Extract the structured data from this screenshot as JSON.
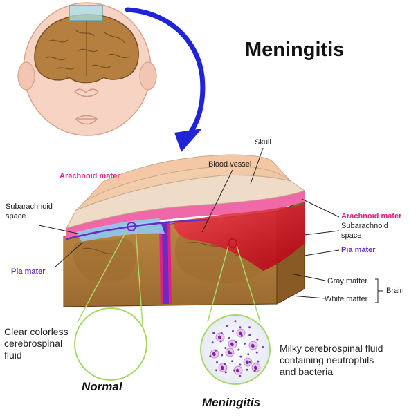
{
  "title": "Meningitis",
  "labels": {
    "skull": "Skull",
    "blood_vessel": "Blood vessel",
    "arachnoid_left": "Arachnoid mater",
    "subarachnoid_left": [
      "Subarachnoid",
      "space"
    ],
    "pia_left": "Pia mater",
    "arachnoid_right": "Arachnoid mater",
    "subarachnoid_right": [
      "Subarachnoid",
      "space"
    ],
    "pia_right": "Pia mater",
    "gray_matter": "Gray matter",
    "white_matter": "White matter",
    "brain": "Brain"
  },
  "normal": {
    "caption": "Normal",
    "description": [
      "Clear colorless",
      "cerebrospinal",
      "fluid"
    ]
  },
  "meningitis": {
    "caption": "Meningitis",
    "description": [
      "Milky cerebrospinal fluid",
      "containing neutrophils",
      "and bacteria"
    ]
  },
  "colors": {
    "arachnoid": "#e0218a",
    "pia": "#6a2bc2",
    "arrow": "#1f25d6",
    "brain": "#b5803f",
    "skin": "#f6d3c2",
    "inflamed": "#d0141c",
    "callout_line": "#a6d86a"
  }
}
